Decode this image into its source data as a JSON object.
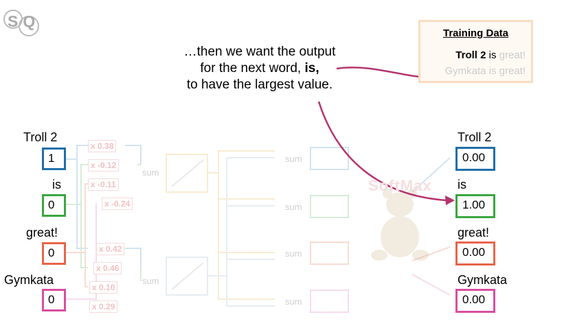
{
  "logo": {
    "text": "SQ"
  },
  "explanation": {
    "line1": "…then we want the output",
    "line2_prefix": "for the next word, ",
    "line2_bold": "is,",
    "line3": "to have the largest value."
  },
  "training_data": {
    "title": "Training Data",
    "row1_bold": "Troll 2",
    "row1_mid": " is ",
    "row1_faint": "great!",
    "row2": "Gymkata is great!"
  },
  "inputs": [
    {
      "label": "Troll 2",
      "value": "1"
    },
    {
      "label": "is",
      "value": "0"
    },
    {
      "label": "great!",
      "value": "0"
    },
    {
      "label": "Gymkata",
      "value": "0"
    }
  ],
  "weights": [
    "x 0.38",
    "x -0.12",
    "x -0.11",
    "x -0.24",
    "x 0.42",
    "x 0.46",
    "x 0.10",
    "x 0.29"
  ],
  "sum_label": "sum",
  "softmax_label": "SoftMax",
  "outputs": [
    {
      "label": "Troll 2",
      "value": "0.00"
    },
    {
      "label": "is",
      "value": "1.00"
    },
    {
      "label": "great!",
      "value": "0.00"
    },
    {
      "label": "Gymkata",
      "value": "0.00"
    }
  ],
  "colors": {
    "troll2": "#1f6fa8",
    "is": "#3aa641",
    "great": "#e8654a",
    "gymkata": "#d94f9e",
    "arrow": "#b5346e"
  }
}
